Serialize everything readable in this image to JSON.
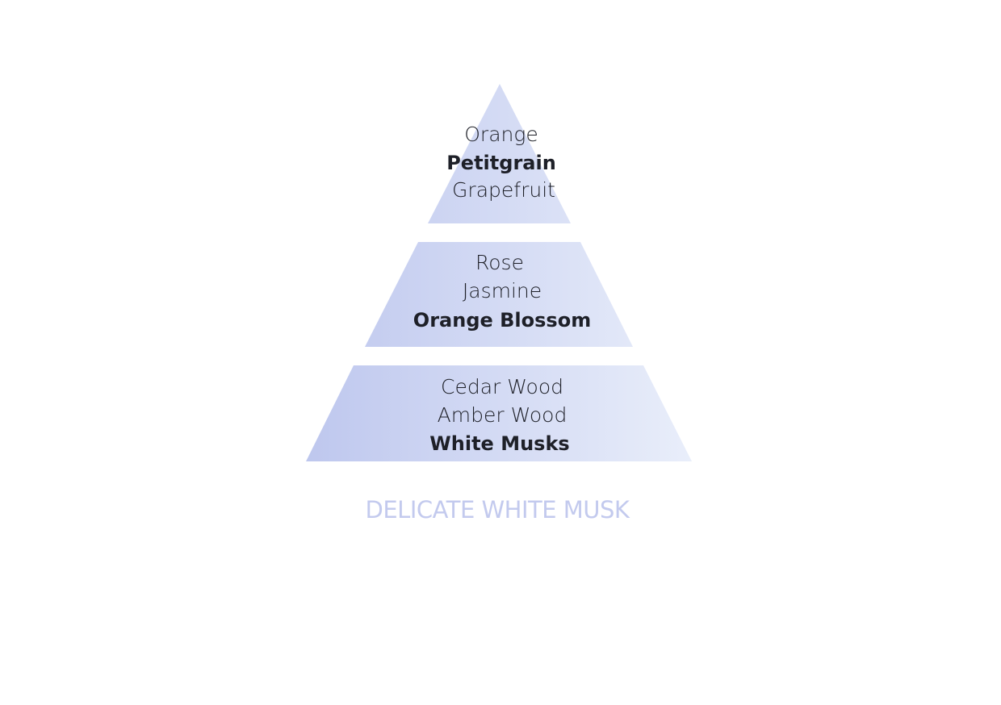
{
  "colors": {
    "gradient_start": "#bec7ee",
    "gradient_end": "#e9eefa",
    "text": "#1e2028",
    "title": "#c3caee"
  },
  "pyramid": {
    "top_notes": [
      {
        "label": "Orange",
        "bold": false
      },
      {
        "label": "Petitgrain",
        "bold": true
      },
      {
        "label": "Grapefruit",
        "bold": false
      }
    ],
    "heart_notes": [
      {
        "label": "Rose",
        "bold": false
      },
      {
        "label": "Jasmine",
        "bold": false
      },
      {
        "label": "Orange Blossom",
        "bold": true
      }
    ],
    "base_notes": [
      {
        "label": "Cedar Wood",
        "bold": false
      },
      {
        "label": "Amber Wood",
        "bold": false
      },
      {
        "label": "White Musks",
        "bold": true
      }
    ]
  },
  "title": "DELICATE WHITE MUSK"
}
